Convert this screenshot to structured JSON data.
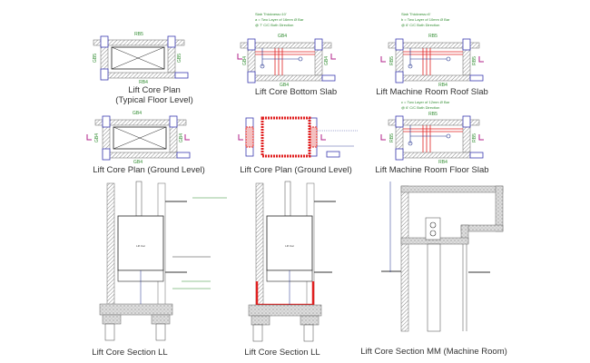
{
  "drawings": {
    "typical_plan": {
      "title_line1": "Lift Core Plan",
      "title_line2": "(Typical Floor Level)",
      "top_beam": "RB5",
      "bottom_beam": "RB4",
      "side_beam": "GB5"
    },
    "bottom_slab": {
      "title": "Lift Core Bottom Slab",
      "notes": [
        "Slab Thickness=10'",
        "a = Two Layer of 16mm Ø Bar",
        "@ 7' C/C Both Direction"
      ],
      "top_beam": "GB4",
      "bottom_beam": "GB4",
      "side_beam": "GB4"
    },
    "roof_slab": {
      "title": "Lift Machine Room Roof Slab",
      "notes": [
        "Slab Thickness=6'",
        "b = Two Layer of 10mm Ø Bar",
        "@ 6' C/C Both Direction"
      ],
      "top_beam": "RB5",
      "bottom_beam": "RB4",
      "side_beam": "RB5"
    },
    "ground_plan": {
      "title": "Lift Core Plan (Ground Level)",
      "top_beam": "GB4",
      "bottom_beam": "GB4",
      "side_beam": "GB4"
    },
    "ground_plan_rebar": {
      "title": "Lift Core Plan (Ground Level)"
    },
    "floor_slab": {
      "title": "Lift Machine Room Floor Slab",
      "notes": [
        "c = Two Layer of 12mm Ø Bar",
        "@ 6' C/C Both Direction"
      ],
      "top_beam": "RB5",
      "bottom_beam": "RB4",
      "side_beam": "RB5"
    },
    "section_ll_1": {
      "title": "Lift Core Section LL",
      "car_label": "Lift Car"
    },
    "section_ll_2": {
      "title": "Lift Core Section LL",
      "car_label": "Lift Car"
    },
    "section_mm": {
      "title": "Lift Core Section MM (Machine Room)"
    }
  },
  "colors": {
    "wall_outline": "#3a3ab0",
    "rebar": "#e02020",
    "dimension": "#1a2a8a",
    "text_green": "#2e8b2e",
    "section_mark": "#b0208a"
  }
}
